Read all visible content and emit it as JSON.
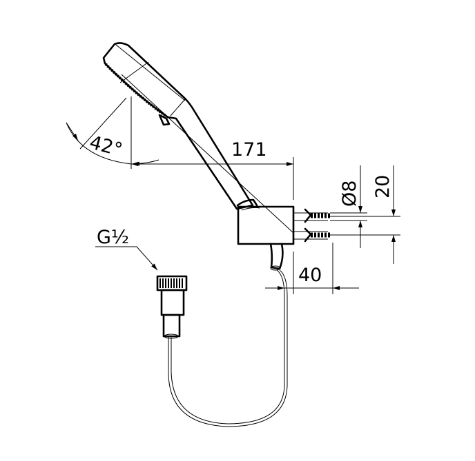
{
  "drawing": {
    "dimensions": {
      "reach": "171",
      "angle": "42°",
      "pipe_diameter": "Ø8",
      "pipe_spacing": "20",
      "projection": "40",
      "thread": "G½"
    },
    "line_color": "#000000",
    "background": "#ffffff"
  }
}
